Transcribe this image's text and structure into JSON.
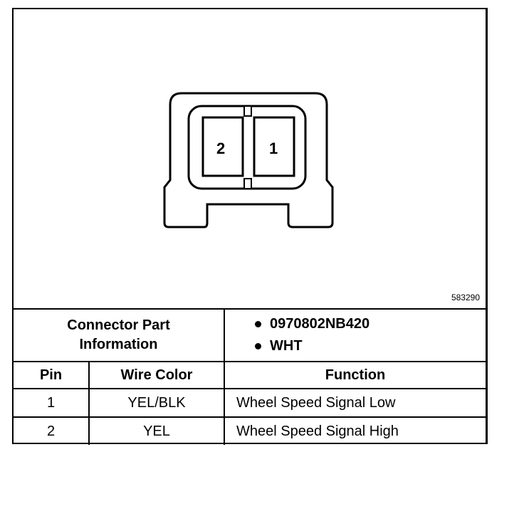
{
  "figure_number": "583290",
  "connector": {
    "cavities": [
      {
        "pin": "2"
      },
      {
        "pin": "1"
      }
    ]
  },
  "info": {
    "label_line1": "Connector Part",
    "label_line2": "Information",
    "values": [
      "0970802NB420",
      "WHT"
    ]
  },
  "table": {
    "headers": {
      "pin": "Pin",
      "wire_color": "Wire Color",
      "function": "Function"
    },
    "rows": [
      {
        "pin": "1",
        "wire_color": "YEL/BLK",
        "function": "Wheel Speed Signal Low"
      },
      {
        "pin": "2",
        "wire_color": "YEL",
        "function": "Wheel Speed Signal High"
      }
    ]
  }
}
